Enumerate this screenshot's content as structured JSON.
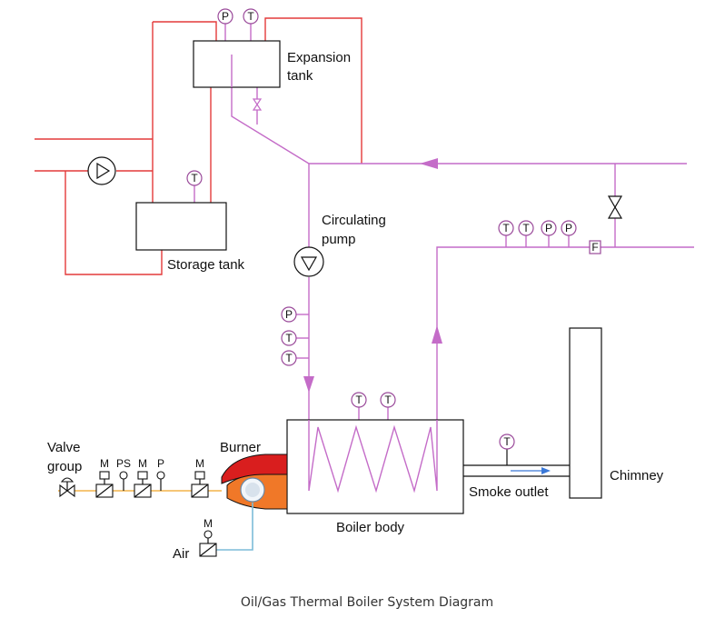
{
  "labels": {
    "expansion_tank_line1": "Expansion",
    "expansion_tank_line2": "tank",
    "storage_tank": "Storage tank",
    "circulating_pump_line1": "Circulating",
    "circulating_pump_line2": "pump",
    "valve_group_line1": "Valve",
    "valve_group_line2": "group",
    "burner": "Burner",
    "boiler_body": "Boiler body",
    "smoke_outlet": "Smoke outlet",
    "chimney": "Chimney",
    "air": "Air",
    "caption": "Oil/Gas Thermal Boiler System Diagram"
  },
  "instruments": {
    "pressure": "P",
    "temperature": "T",
    "flow": "F",
    "motor": "M",
    "pressure_switch": "PS"
  },
  "colors": {
    "red_line": "#e43a3a",
    "purple_line": "#c46cc8",
    "fuel_line": "#f4b44a",
    "air_line": "#7cbcd8",
    "burner_flame": "#d91e1e",
    "burner_fan": "#f07828",
    "flow_arrow": "#3a78d8"
  }
}
